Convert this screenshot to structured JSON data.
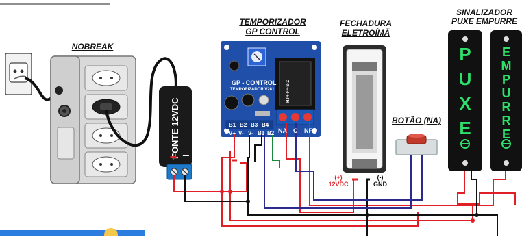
{
  "labels": {
    "nobreak": "NOBREAK",
    "temporizador_line1": "TEMPORIZADOR",
    "temporizador_line2": "GP CONTROL",
    "fechadura_line1": "FECHADURA",
    "fechadura_line2": "ELETROÍMÃ",
    "sinalizador_line1": "SINALIZADOR",
    "sinalizador_line2": "PUXE EMPURRE",
    "botao": "BOTÃO (NA)",
    "fonte": "FONTE 12VDC",
    "positive_12vdc_sign": "(+)",
    "positive_12vdc": "12VDC",
    "negative_gnd_sign": "(-)",
    "negative_gnd": "GND"
  },
  "board": {
    "title": "GP - CONTROL",
    "subtitle": "TEMPORIZADOR V281",
    "relay_label": "HJR-FF-S-Z",
    "terminals_left": [
      "B1",
      "B2",
      "B3",
      "B4"
    ],
    "terminal_bottom": [
      "V+",
      "V-",
      "V-",
      "B1",
      "B2"
    ],
    "relay_terminals": [
      "NA",
      "C",
      "NF"
    ]
  },
  "signs": {
    "puxe_letters": [
      "P",
      "U",
      "X",
      "E"
    ],
    "empurre_letters": [
      "E",
      "M",
      "P",
      "U",
      "R",
      "R",
      "E"
    ]
  },
  "psu": {
    "plus": "+",
    "minus": "−"
  },
  "colors": {
    "wire_red": "#e01f26",
    "wire_black": "#111111",
    "wire_blue": "#2c2a8c",
    "wire_green": "#1a8a3a",
    "board_blue": "#1f4fa8",
    "sign_green": "#2ee06a"
  },
  "icons": [
    "wall-outlet-icon",
    "relay-icon",
    "potentiometer-icon",
    "push-button-icon"
  ]
}
